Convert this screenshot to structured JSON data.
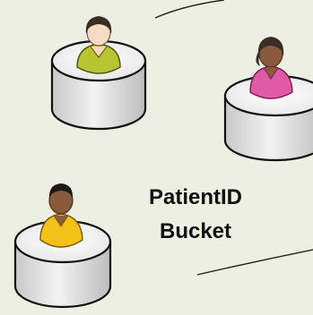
{
  "label": {
    "line1": "PatientID",
    "line2": "Bucket"
  },
  "colors": {
    "background": "#ecefe2",
    "cylinder_top": "#f3f3f3",
    "cylinder_side": "#d8d8d8",
    "outline": "#111111",
    "shirt_green": "#b7c531",
    "shirt_pink": "#e05aa6",
    "shirt_yellow": "#f2c21a",
    "skin_light": "#f6dcc5",
    "skin_dark": "#8a5a3d",
    "hair_dark": "#3a2d26"
  },
  "figures": [
    {
      "name": "person-green-shirt",
      "shirt": "green",
      "skin": "light"
    },
    {
      "name": "person-pink-shirt",
      "shirt": "pink",
      "skin": "dark"
    },
    {
      "name": "person-yellow-shirt",
      "shirt": "yellow",
      "skin": "dark"
    }
  ]
}
